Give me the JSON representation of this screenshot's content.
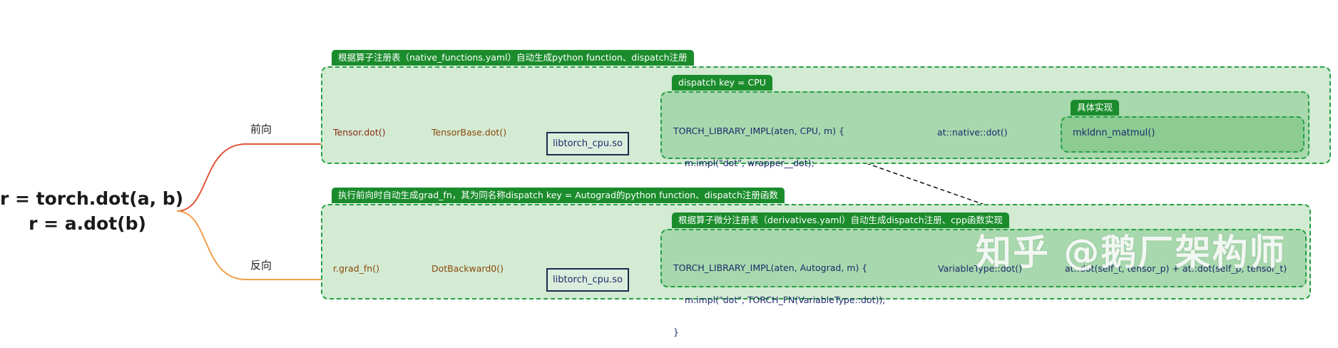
{
  "root": {
    "line1": "r = torch.dot(a, b)",
    "line2": "r = a.dot(b)"
  },
  "forward": {
    "label": "前向",
    "outer_tag": "根据算子注册表（native_functions.yaml）自动生成python function、dispatch注册",
    "node1": "Tensor.dot()",
    "node2": "TensorBase.dot()",
    "lib_box": "libtorch_cpu.so",
    "inner_tag": "dispatch key = CPU",
    "code": [
      "TORCH_LIBRARY_IMPL(aten, CPU, m) {",
      "    m.impl(\"dot\", wrapper__dot);",
      "}"
    ],
    "native": "at::native::dot()",
    "impl_tag": "具体实现",
    "impl": "mkldnn_matmul()"
  },
  "backward": {
    "label": "反向",
    "outer_tag": "执行前向时自动生成grad_fn，其为同名称dispatch key = Autograd的python function、dispatch注册函数",
    "node1": "r.grad_fn()",
    "node2": "DotBackward0()",
    "lib_box": "libtorch_cpu.so",
    "inner_tag": "根据算子微分注册表（derivatives.yaml）自动生成dispatch注册、cpp函数实现",
    "code": [
      "TORCH_LIBRARY_IMPL(aten, Autograd, m) {",
      "    m.impl(\"dot\", TORCH_FN(VariableType::dot));",
      "}"
    ],
    "variable_type": "VariableType::dot()",
    "formula": "at::dot(self_t, tensor_p) + at::dot(self_p, tensor_t)"
  },
  "watermark": "知乎 @鹅厂架构师",
  "colors": {
    "forward_line": "#e0553a",
    "backward_line": "#f0a04a",
    "region_border": "#25a044",
    "tag_bg": "#1b8c2c"
  }
}
